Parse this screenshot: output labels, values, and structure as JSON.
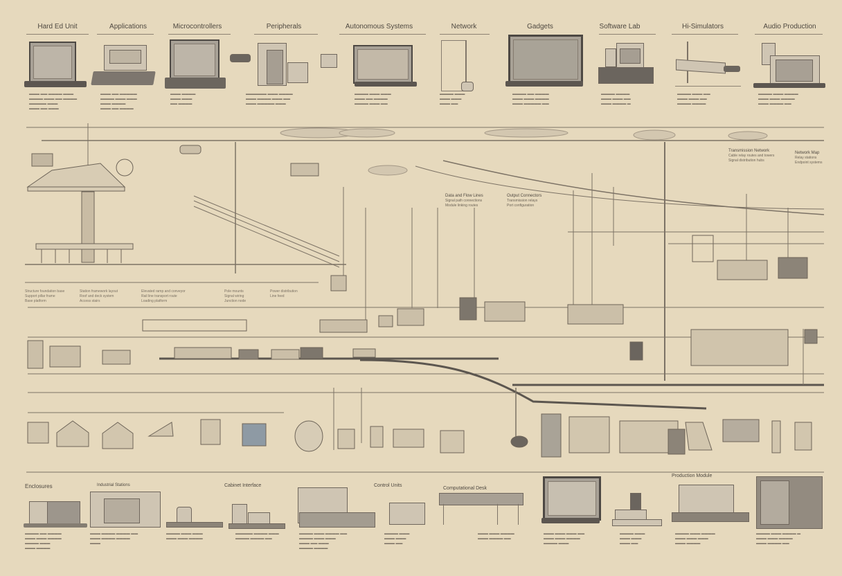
{
  "diagram": {
    "title": "",
    "background_color": "#e6d9bd",
    "ink_color": "#5a524a",
    "top_row": [
      {
        "heading": "Hard Ed Unit",
        "icon": "laptop-icon"
      },
      {
        "heading": "Applications",
        "icon": "laptop-machine-icon"
      },
      {
        "heading": "Microcontrollers",
        "icon": "laptop-icon"
      },
      {
        "heading": "Peripherals",
        "icon": "desktop-setup-icon"
      },
      {
        "heading": "Autonomous Systems",
        "icon": "monitor-icon"
      },
      {
        "heading": "Network",
        "icon": "mast-icon"
      },
      {
        "heading": "Gadgets",
        "icon": "monitor-icon"
      },
      {
        "heading": "Software Lab",
        "icon": "workstation-icon"
      },
      {
        "heading": "Hi-Simulators",
        "icon": "crane-icon"
      },
      {
        "heading": "Audio Production",
        "icon": "machine-icon"
      }
    ],
    "middle_callouts": [
      {
        "title": "Data and Flow Lines",
        "lines": [
          "Signal path connections",
          "Module linking routes"
        ]
      },
      {
        "title": "Output Connectors",
        "lines": [
          "Transmission relays",
          "Port configuration"
        ]
      },
      {
        "title": "Transmission Network",
        "lines": [
          "Cable relay routes and towers",
          "Signal distribution hubs"
        ]
      },
      {
        "title": "Network Map",
        "lines": [
          "Relay stations",
          "Endpoint systems"
        ]
      }
    ],
    "left_notes": [
      {
        "lines": [
          "Structure foundation base",
          "Support pillar frame",
          "Base platform"
        ]
      },
      {
        "lines": [
          "Station framework layout",
          "Roof and deck system",
          "Access stairs"
        ]
      },
      {
        "lines": [
          "Elevated ramp and conveyor",
          "Rail line transport route",
          "Loading platform"
        ]
      },
      {
        "lines": [
          "Pole mounts",
          "Signal wiring",
          "Junction node"
        ]
      },
      {
        "lines": [
          "Power distribution",
          "Line feed"
        ]
      }
    ],
    "bottom_row": [
      {
        "heading": "Enclosures",
        "icon": "cabinet-icon"
      },
      {
        "heading": "Industrial Stations",
        "icon": "station-icon"
      },
      {
        "heading": "",
        "icon": "tank-icon"
      },
      {
        "heading": "Cabinet Interface",
        "icon": "rack-icon"
      },
      {
        "heading": "",
        "icon": "factory-icon"
      },
      {
        "heading": "Control Units",
        "icon": "control-unit-icon"
      },
      {
        "heading": "Computational Desk",
        "icon": "desk-icon"
      },
      {
        "heading": "",
        "icon": "monitor-icon"
      },
      {
        "heading": "",
        "icon": "workstation-icon"
      },
      {
        "heading": "Production Module",
        "icon": "lab-bench-icon"
      },
      {
        "heading": "",
        "icon": "server-cabinet-icon"
      }
    ]
  }
}
